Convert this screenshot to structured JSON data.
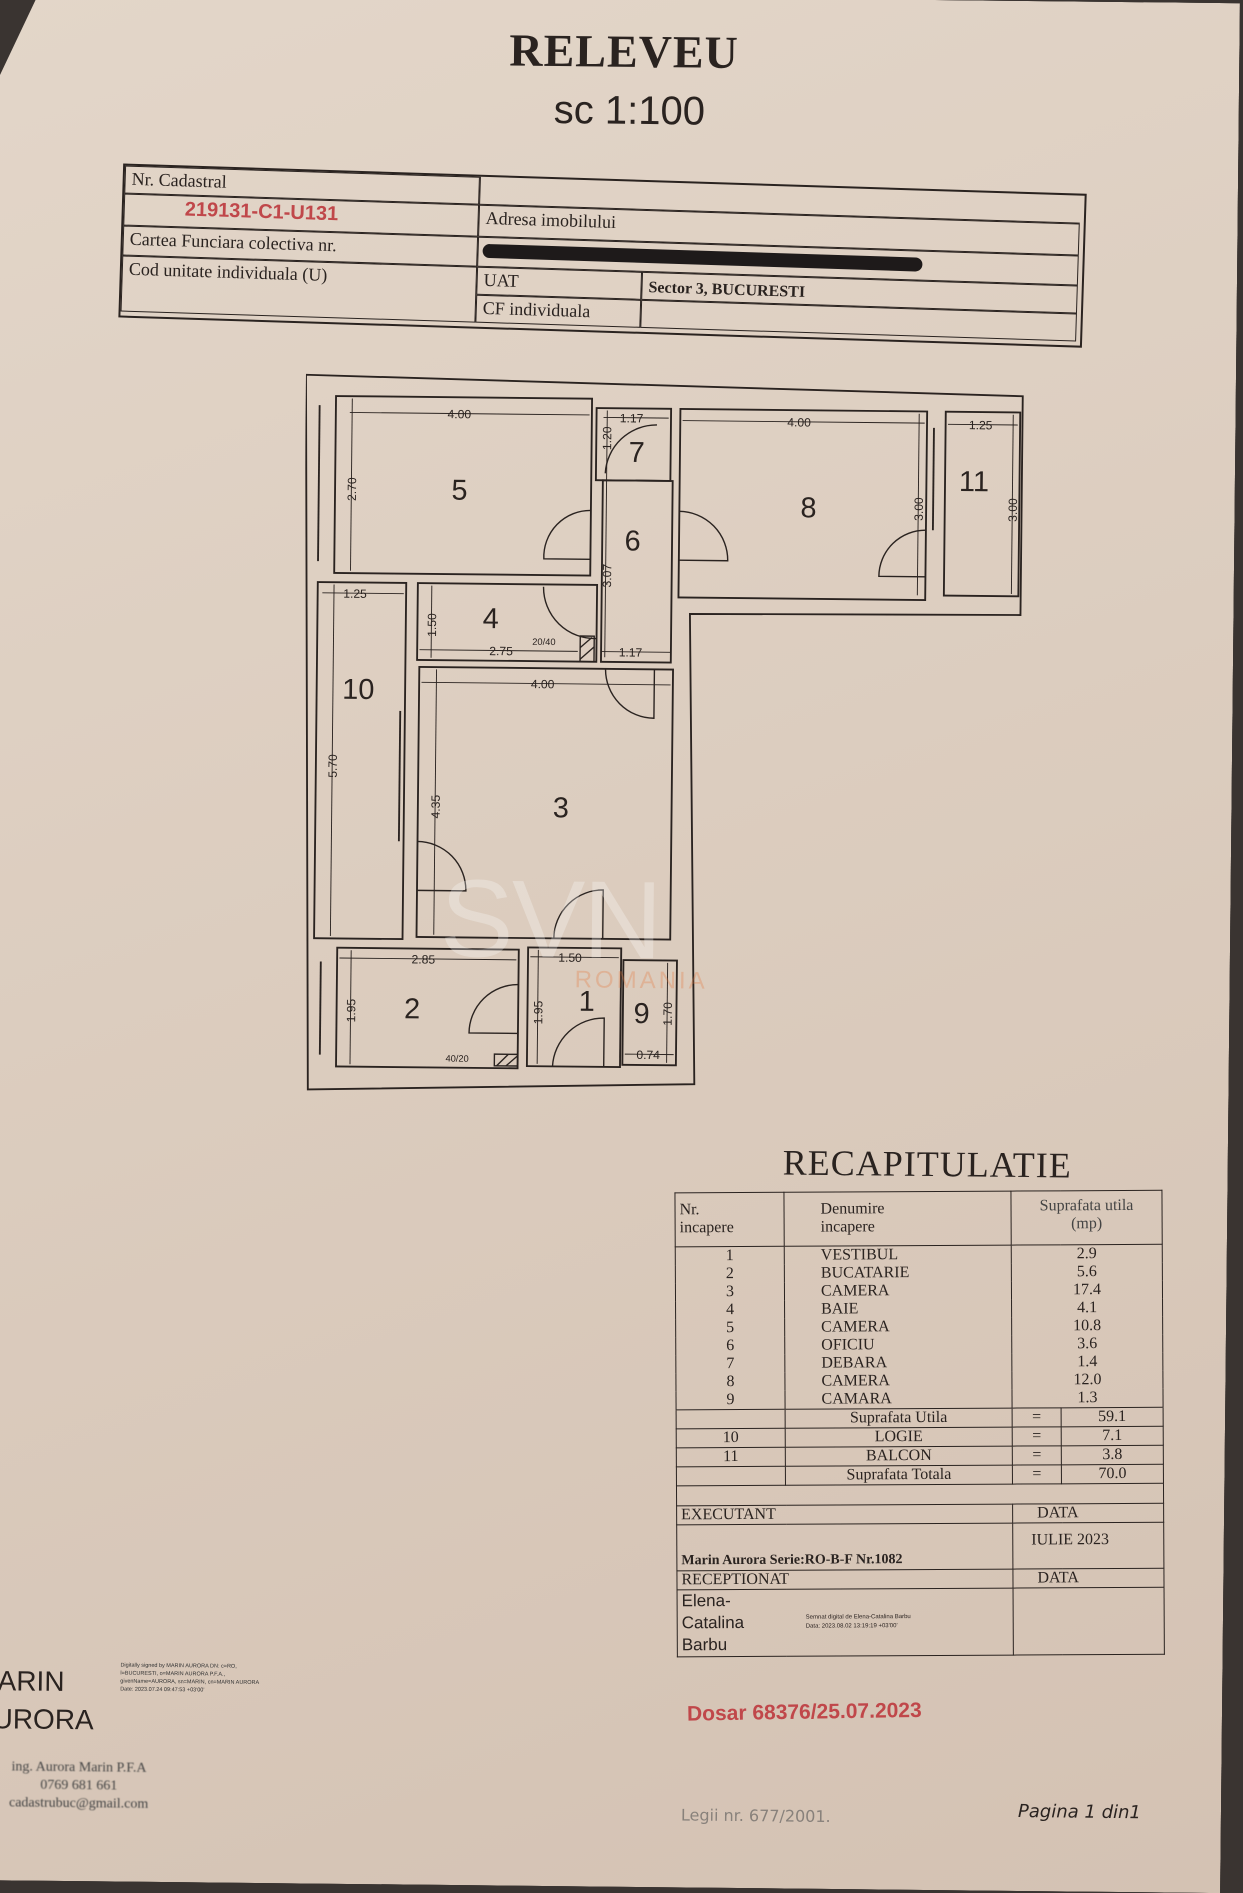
{
  "title": "RELEVEU",
  "scale": "sc 1:100",
  "header_table": {
    "nr_cadastral_label": "Nr. Cadastral",
    "nr_cadastral_value": "219131-C1-U131",
    "cf_colectiva_label": "Cartea Funciara colectiva nr.",
    "cod_unitate_label": "Cod unitate individuala (U)",
    "adresa_label": "Adresa imobilului",
    "uat_label": "UAT",
    "uat_value": "Sector 3, BUCURESTI",
    "cf_individuala_label": "CF individuala"
  },
  "plan": {
    "rooms": [
      "1",
      "2",
      "3",
      "4",
      "5",
      "6",
      "7",
      "8",
      "9",
      "10",
      "11"
    ],
    "dimensions": [
      "4.00",
      "1.17",
      "4.00",
      "1.25",
      "2.70",
      "1.20",
      "3.00",
      "3.00",
      "3.07",
      "1.25",
      "1.50",
      "2.75",
      "20/40",
      "1.17",
      "4.00",
      "5.70",
      "4.35",
      "2.85",
      "1.50",
      "1.95",
      "1.95",
      "1.70",
      "40/20",
      "0.74"
    ]
  },
  "watermark": {
    "brand": "SVN",
    "sub": "ROMANIA"
  },
  "recap": {
    "title": "RECAPITULATIE",
    "headers": [
      "Nr.\nincapere",
      "Denumire\nincapere",
      "Suprafata utila\n(mp)"
    ],
    "rows": [
      {
        "nr": "1",
        "name": "VESTIBUL",
        "area": "2.9"
      },
      {
        "nr": "2",
        "name": "BUCATARIE",
        "area": "5.6"
      },
      {
        "nr": "3",
        "name": "CAMERA",
        "area": "17.4"
      },
      {
        "nr": "4",
        "name": "BAIE",
        "area": "4.1"
      },
      {
        "nr": "5",
        "name": "CAMERA",
        "area": "10.8"
      },
      {
        "nr": "6",
        "name": "OFICIU",
        "area": "3.6"
      },
      {
        "nr": "7",
        "name": "DEBARA",
        "area": "1.4"
      },
      {
        "nr": "8",
        "name": "CAMERA",
        "area": "12.0"
      },
      {
        "nr": "9",
        "name": "CAMARA",
        "area": "1.3"
      }
    ],
    "suprafata_utila_label": "Suprafata Utila",
    "suprafata_utila_value": "59.1",
    "eq": "=",
    "extra_rows": [
      {
        "nr": "10",
        "name": "LOGIE",
        "area": "7.1"
      },
      {
        "nr": "11",
        "name": "BALCON",
        "area": "3.8"
      }
    ],
    "suprafata_totala_label": "Suprafata Totala",
    "suprafata_totala_value": "70.0",
    "executant_label": "EXECUTANT",
    "data_label": "DATA",
    "executant_value": "Marin Aurora  Serie:RO-B-F Nr.1082",
    "executant_date": "IULIE 2023",
    "receptionat_label": "RECEPTIONAT",
    "receptionat_data_label": "DATA",
    "receptionat_name": "Elena-Catalina Barbu",
    "receptionat_signature": "Semnat digital de Elena-Catalina Barbu Data: 2023.08.02 13:19:19 +03'00'"
  },
  "dosar": "Dosar 68376/25.07.2023",
  "pagina": "Pagina 1 din1",
  "legi": "Legii nr. 677/2001.",
  "signer": {
    "name_line1": "MARIN",
    "name_line2": "AURORA",
    "digital_signature": "Digitally signed by MARIN AURORA DN: c=RO, l=BUCURESTI, o=MARIN AURORA P.F.A., givenName=AURORA, sn=MARIN, cn=MARIN AURORA Date: 2023.07.24 09:47:53 +03'00'",
    "company": "ing. Aurora Marin P.F.A",
    "phone": "0769 681 661",
    "email": "cadastrubuc@gmail.com"
  },
  "colors": {
    "paper": "#dccdbf",
    "ink": "#2a2320",
    "stamp_red": "#c0474a"
  }
}
